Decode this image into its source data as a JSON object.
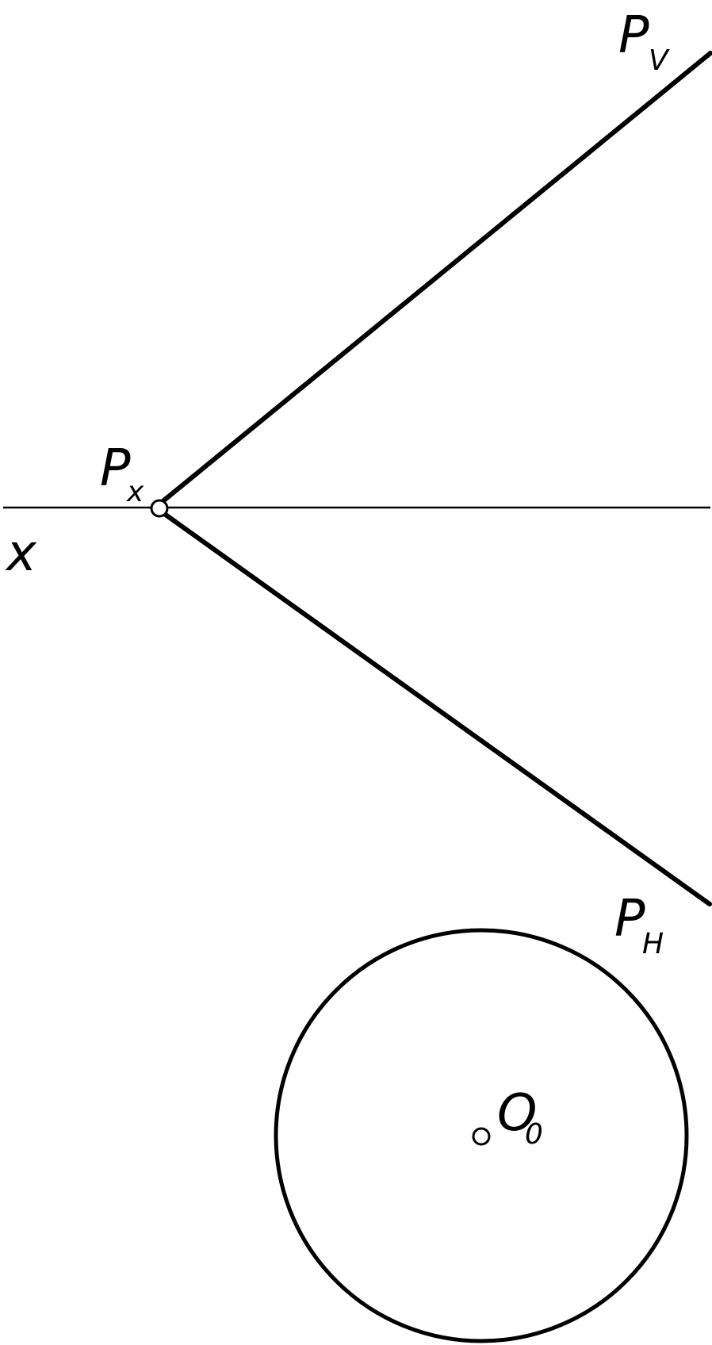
{
  "labels": {
    "pv_main": "P",
    "pv_sub": "V",
    "px_main": "P",
    "px_sub": "x",
    "ph_main": "P",
    "ph_sub": "H",
    "x_axis": "x",
    "center_main": "O",
    "center_sub": "0"
  },
  "colors": {
    "line": "#000000",
    "background": "#ffffff"
  }
}
